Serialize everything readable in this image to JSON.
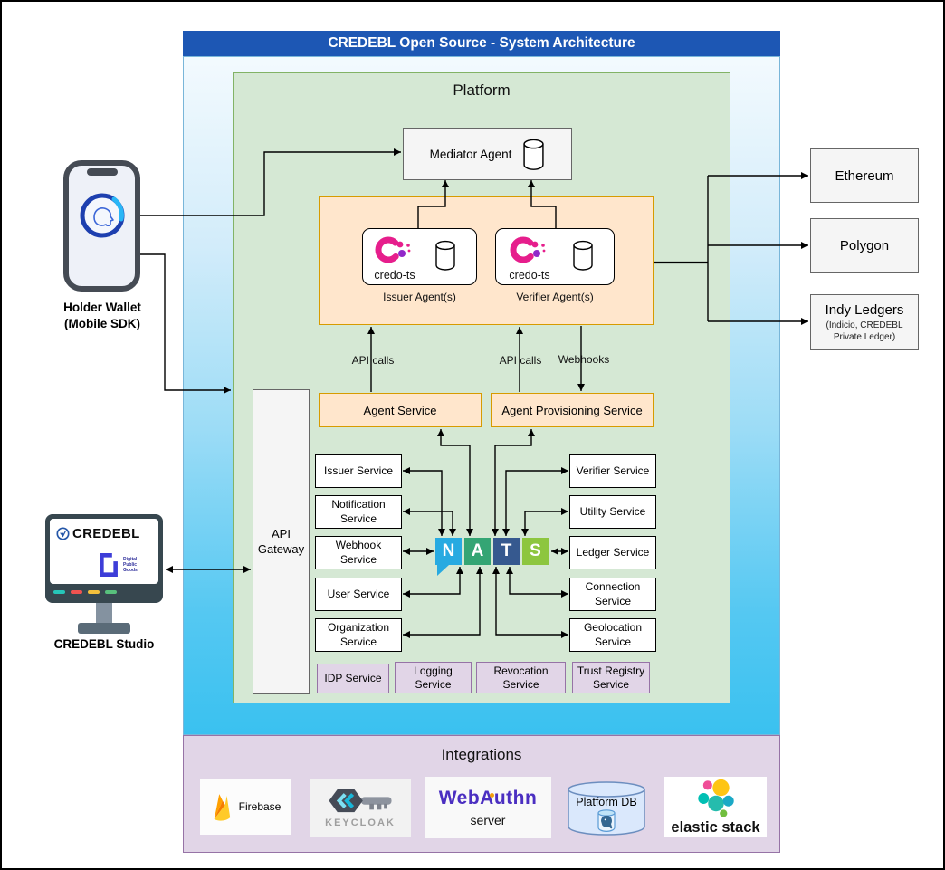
{
  "header": {
    "title": "CREDEBL Open Source - System Architecture"
  },
  "platform": {
    "label": "Platform",
    "mediator_label": "Mediator Agent",
    "issuer_agent": {
      "logo_label": "credo-ts",
      "caption": "Issuer Agent(s)"
    },
    "verifier_agent": {
      "logo_label": "credo-ts",
      "caption": "Verifier Agent(s)"
    },
    "edge_labels": {
      "api_calls_left": "API calls",
      "api_calls_right": "API calls",
      "webhooks": "Webhooks"
    },
    "agent_service": "Agent Service",
    "agent_provisioning_service": "Agent Provisioning Service",
    "api_gateway": "API Gateway",
    "left_services": [
      "Issuer Service",
      "Notification Service",
      "Webhook Service",
      "User Service",
      "Organization Service"
    ],
    "right_services": [
      "Verifier Service",
      "Utility Service",
      "Ledger Service",
      "Connection Service",
      "Geolocation Service"
    ],
    "bottom_services": [
      "IDP Service",
      "Logging Service",
      "Revocation Service",
      "Trust Registry Service"
    ],
    "nats_letters": [
      "N",
      "A",
      "T",
      "S"
    ]
  },
  "left_column": {
    "holder_wallet_line1": "Holder Wallet",
    "holder_wallet_line2": "(Mobile SDK)",
    "studio_screen_brand": "CREDEBL",
    "studio_dpg_line1": "Digital",
    "studio_dpg_line2": "Public",
    "studio_dpg_line3": "Goods",
    "studio_caption": "CREDEBL Studio"
  },
  "ledgers": {
    "ethereum": "Ethereum",
    "polygon": "Polygon",
    "indy": "Indy Ledgers",
    "indy_sub": "(Indicio, CREDEBL Private Ledger)"
  },
  "integrations": {
    "label": "Integrations",
    "firebase": "Firebase",
    "keycloak": "KEYCLOAK",
    "webauthn_title": "WebAuthn",
    "webauthn_sub": "server",
    "platform_db": "Platform DB",
    "elastic": "elastic stack"
  },
  "colors": {
    "header_blue": "#1d57b4",
    "platform_green_fill": "#d5e8d4",
    "platform_green_border": "#82b366",
    "orange_fill": "#ffe6cc",
    "orange_border": "#d79b00",
    "purple_fill": "#e1d5e7",
    "purple_border": "#9673a6",
    "gray_fill": "#f5f5f5",
    "nats_blue": "#27aae1",
    "nats_green": "#34a574",
    "nats_navy": "#36598f",
    "nats_lime": "#8dc63f",
    "credo_pink": "#e61e8c",
    "webauthn_purple": "#4b2fc1",
    "platform_db_fill": "#dae8fc",
    "platform_db_border": "#6c8ebf"
  }
}
